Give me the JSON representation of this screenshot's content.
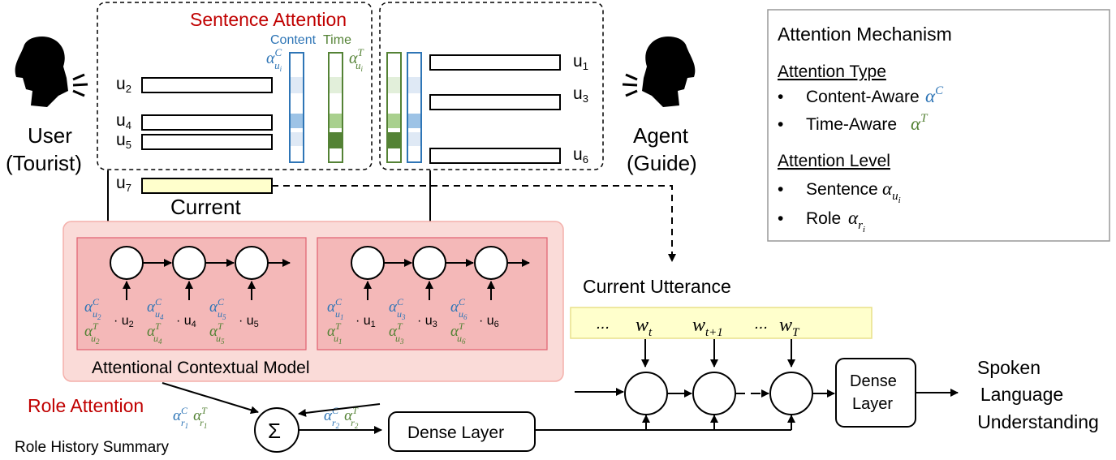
{
  "sentence_attention": "Sentence Attention",
  "content_label": "Content",
  "time_label": "Time",
  "user_label_1": "User",
  "user_label_2": "(Tourist)",
  "agent_label_1": "Agent",
  "agent_label_2": "(Guide)",
  "current_label": "Current",
  "utterances": {
    "u1": "u",
    "u1_sub": "1",
    "u2": "u",
    "u2_sub": "2",
    "u3": "u",
    "u3_sub": "3",
    "u4": "u",
    "u4_sub": "4",
    "u5": "u",
    "u5_sub": "5",
    "u6": "u",
    "u6_sub": "6",
    "u7": "u",
    "u7_sub": "7"
  },
  "attention_box": {
    "title": "Attention Mechanism",
    "type_heading": "Attention Type",
    "content_aware": "Content-Aware",
    "time_aware": "Time-Aware",
    "level_heading": "Attention Level",
    "sentence": "Sentence",
    "role": "Role"
  },
  "current_utterance": "Current Utterance",
  "words": {
    "dots1": "...",
    "wt": "w",
    "wt_sub": "t",
    "wt1": "w",
    "wt1_sub": "t+1",
    "dots2": "...",
    "wT": "w",
    "wT_sub": "T"
  },
  "attentional_model": "Attentional Contextual Model",
  "role_attention": "Role Attention",
  "role_history": "Role History Summary",
  "sigma": "Σ",
  "dense_layer": "Dense Layer",
  "dense_1": "Dense",
  "dense_2": "Layer",
  "slu_1": "Spoken",
  "slu_2": "Language",
  "slu_3": "Understanding",
  "colors": {
    "red": "#c00000",
    "blue": "#2e75b6",
    "green": "#548235",
    "pink_bg": "#fadbd8",
    "pink_cell": "#f4b8b8",
    "yellow": "#ffffcc"
  }
}
